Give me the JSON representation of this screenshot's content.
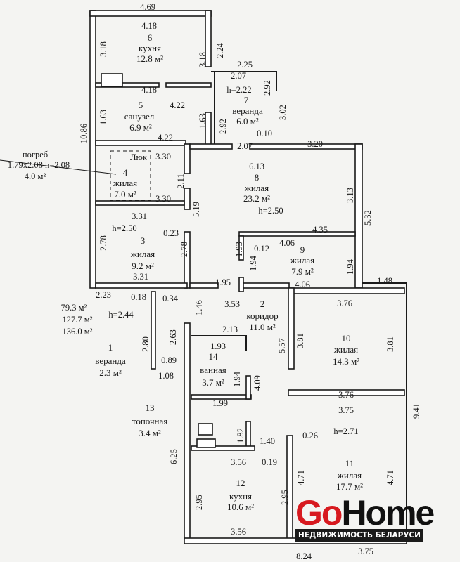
{
  "rooms": {
    "r6": {
      "num": "6",
      "name": "кухня",
      "area": "12.8 м²"
    },
    "r5": {
      "num": "5",
      "name": "санузел",
      "area": "6.9 м²"
    },
    "r7": {
      "num": "7",
      "name": "веранда",
      "area": "6.0 м²",
      "h": "h=2.22"
    },
    "r4": {
      "num": "4",
      "name": "жилая",
      "area": "7.0 м²",
      "hatch": "Люк"
    },
    "r8": {
      "num": "8",
      "name": "жилая",
      "area": "23.2 м²",
      "h": "h=2.50"
    },
    "r3": {
      "num": "3",
      "name": "жилая",
      "area": "9.2 м²",
      "h": "h=2.50"
    },
    "r9": {
      "num": "9",
      "name": "жилая",
      "area": "7.9 м²"
    },
    "r2": {
      "num": "2",
      "name": "коридор",
      "area": "11.0 м²"
    },
    "r10": {
      "num": "10",
      "name": "жилая",
      "area": "14.3 м²"
    },
    "r1": {
      "num": "1",
      "name": "веранда",
      "area": "2.3 м²",
      "h": "h=2.44"
    },
    "r14": {
      "num": "14",
      "name": "ванная",
      "area": "3.7 м²"
    },
    "r13": {
      "num": "13",
      "name": "топочная",
      "area": "3.4 м²"
    },
    "r11": {
      "num": "11",
      "name": "жилая",
      "area": "17.7 м²",
      "h": "h=2.71"
    },
    "r12": {
      "num": "12",
      "name": "кухня",
      "area": "10.6 м²"
    }
  },
  "cellar": {
    "name": "погреб",
    "size": "1.79x2.08 h=2.08",
    "area": "4.0 м²"
  },
  "totals": [
    "79.3 м²",
    "127.7 м²",
    "136.0 м²"
  ],
  "dims": [
    "4.69",
    "4.18",
    "3.18",
    "3.18",
    "2.24",
    "4.18",
    "4.22",
    "1.63",
    "1.63",
    "4.22",
    "10.86",
    "2.25",
    "2.07",
    "2.92",
    "3.02",
    "2.92",
    "0.10",
    "2.07",
    "3.20",
    "3.30",
    "2.11",
    "3.30",
    "5.19",
    "3.31",
    "6.13",
    "3.13",
    "5.32",
    "4.35",
    "4.06",
    "0.12",
    "1.93",
    "1.94",
    "4.06",
    "1.94",
    "1.48",
    "0.23",
    "2.78",
    "2.78",
    "3.31",
    "1.95",
    "2.23",
    "0.18",
    "0.34",
    "1.46",
    "3.53",
    "3.76",
    "3.81",
    "3.81",
    "5.57",
    "3.76",
    "3.75",
    "9.41",
    "2.80",
    "0.89",
    "1.08",
    "2.63",
    "2.13",
    "1.93",
    "1.94",
    "4.09",
    "1.99",
    "1.82",
    "1.40",
    "0.26",
    "6.25",
    "3.56",
    "0.19",
    "4.71",
    "4.71",
    "2.95",
    "2.95",
    "3.56",
    "3.75",
    "8.24"
  ],
  "logo": {
    "go": "Go",
    "home": "Home",
    "tagline": "НЕДВИЖИМОСТЬ БЕЛАРУСИ"
  }
}
